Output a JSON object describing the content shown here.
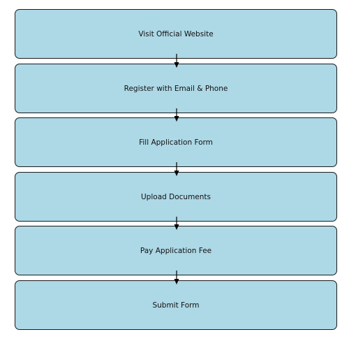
{
  "diagram": {
    "steps": [
      {
        "label": "Visit Official Website"
      },
      {
        "label": "Register with Email & Phone"
      },
      {
        "label": "Fill Application Form"
      },
      {
        "label": "Upload Documents"
      },
      {
        "label": "Pay Application Fee"
      },
      {
        "label": "Submit Form"
      }
    ]
  },
  "colors": {
    "box_fill": "#add8e6",
    "box_border": "#1a1a1a",
    "arrow": "#000000",
    "background": "#ffffff"
  }
}
